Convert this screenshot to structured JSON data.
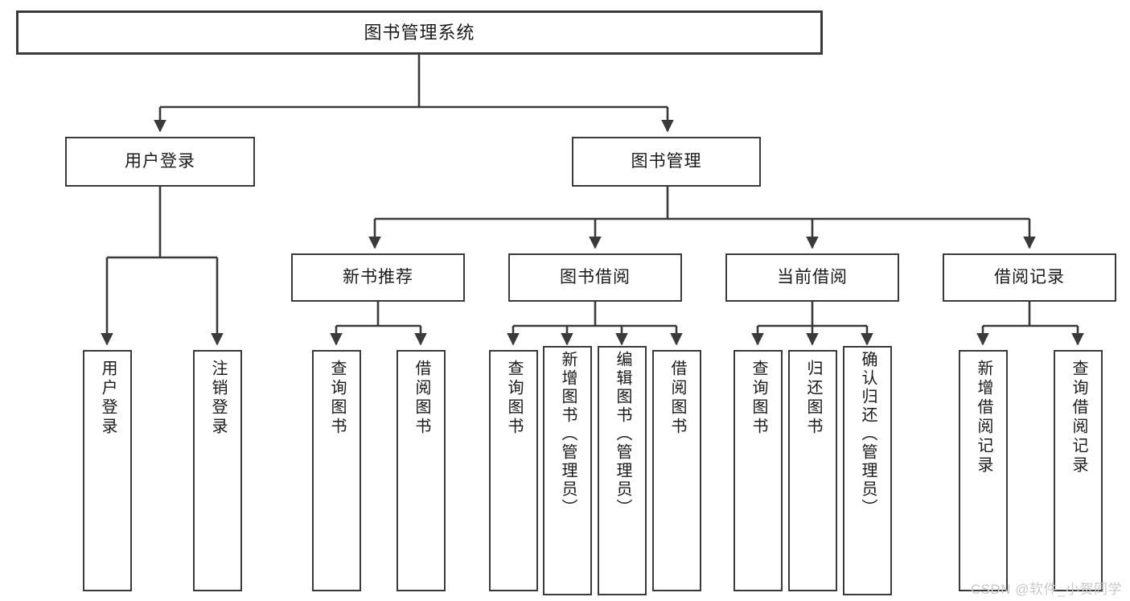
{
  "diagram": {
    "title": "图书管理系统",
    "type": "tree",
    "watermark": "CSDN @软件_小贺同学",
    "root": {
      "id": "root",
      "label": "图书管理系统"
    },
    "nodes": [
      {
        "id": "n_user_login",
        "label": "用户登录",
        "level": 1,
        "parent": "root"
      },
      {
        "id": "n_book_mgmt",
        "label": "图书管理",
        "level": 1,
        "parent": "root"
      },
      {
        "id": "n_new_book_rec",
        "label": "新书推荐",
        "level": 2,
        "parent": "n_book_mgmt"
      },
      {
        "id": "n_book_borrow",
        "label": "图书借阅",
        "level": 2,
        "parent": "n_book_mgmt"
      },
      {
        "id": "n_current_borrow",
        "label": "当前借阅",
        "level": 2,
        "parent": "n_book_mgmt"
      },
      {
        "id": "n_borrow_record",
        "label": "借阅记录",
        "level": 2,
        "parent": "n_book_mgmt"
      },
      {
        "id": "l_user_login",
        "label": "用户登录",
        "level": 3,
        "parent": "n_user_login"
      },
      {
        "id": "l_logout",
        "label": "注销登录",
        "level": 3,
        "parent": "n_user_login"
      },
      {
        "id": "l_query_book_a",
        "label": "查询图书",
        "level": 3,
        "parent": "n_new_book_rec"
      },
      {
        "id": "l_borrow_book_a",
        "label": "借阅图书",
        "level": 3,
        "parent": "n_new_book_rec"
      },
      {
        "id": "l_query_book_b",
        "label": "查询图书",
        "level": 3,
        "parent": "n_book_borrow"
      },
      {
        "id": "l_add_book",
        "label": "新增图书（管理员）",
        "level": 3,
        "parent": "n_book_borrow"
      },
      {
        "id": "l_edit_book",
        "label": "编辑图书（管理员）",
        "level": 3,
        "parent": "n_book_borrow"
      },
      {
        "id": "l_borrow_book_b",
        "label": "借阅图书",
        "level": 3,
        "parent": "n_book_borrow"
      },
      {
        "id": "l_query_book_c",
        "label": "查询图书",
        "level": 3,
        "parent": "n_current_borrow"
      },
      {
        "id": "l_return_book",
        "label": "归还图书",
        "level": 3,
        "parent": "n_current_borrow"
      },
      {
        "id": "l_confirm_return",
        "label": "确认归还（管理员）",
        "level": 3,
        "parent": "n_current_borrow"
      },
      {
        "id": "l_add_record",
        "label": "新增借阅记录",
        "level": 3,
        "parent": "n_borrow_record"
      },
      {
        "id": "l_query_record",
        "label": "查询借阅记录",
        "level": 3,
        "parent": "n_borrow_record"
      }
    ],
    "colors": {
      "stroke": "#3a3a3a",
      "fill": "#ffffff",
      "text": "#1a1a1a",
      "watermark": "#c9c9c9"
    }
  }
}
